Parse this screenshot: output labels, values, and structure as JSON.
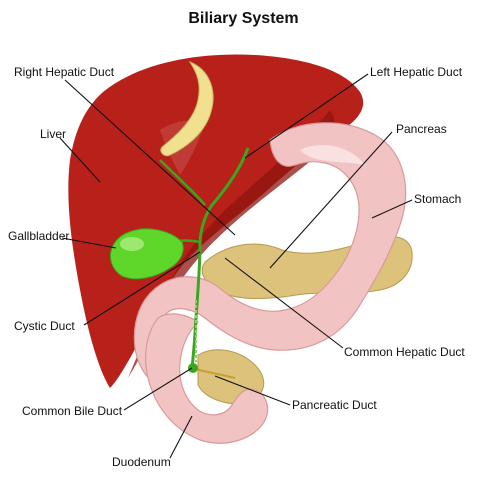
{
  "title": "Biliary System",
  "labels": {
    "right_hepatic_duct": "Right Hepatic Duct",
    "left_hepatic_duct": "Left Hepatic Duct",
    "liver": "Liver",
    "pancreas": "Pancreas",
    "stomach": "Stomach",
    "gallbladder": "Gallbladder",
    "cystic_duct": "Cystic Duct",
    "common_hepatic_duct": "Common Hepatic Duct",
    "common_bile_duct": "Common Bile Duct",
    "pancreatic_duct": "Pancreatic Duct",
    "duodenum": "Duodenum"
  },
  "colors": {
    "liver": "#b8201a",
    "liver_shadow": "#8e140f",
    "stomach": "#f2c3c3",
    "stomach_shadow": "#d99a9a",
    "gallbladder": "#5fd62a",
    "duct": "#3aa81e",
    "pancreas": "#dcc27a",
    "ligament": "#f0e090"
  }
}
